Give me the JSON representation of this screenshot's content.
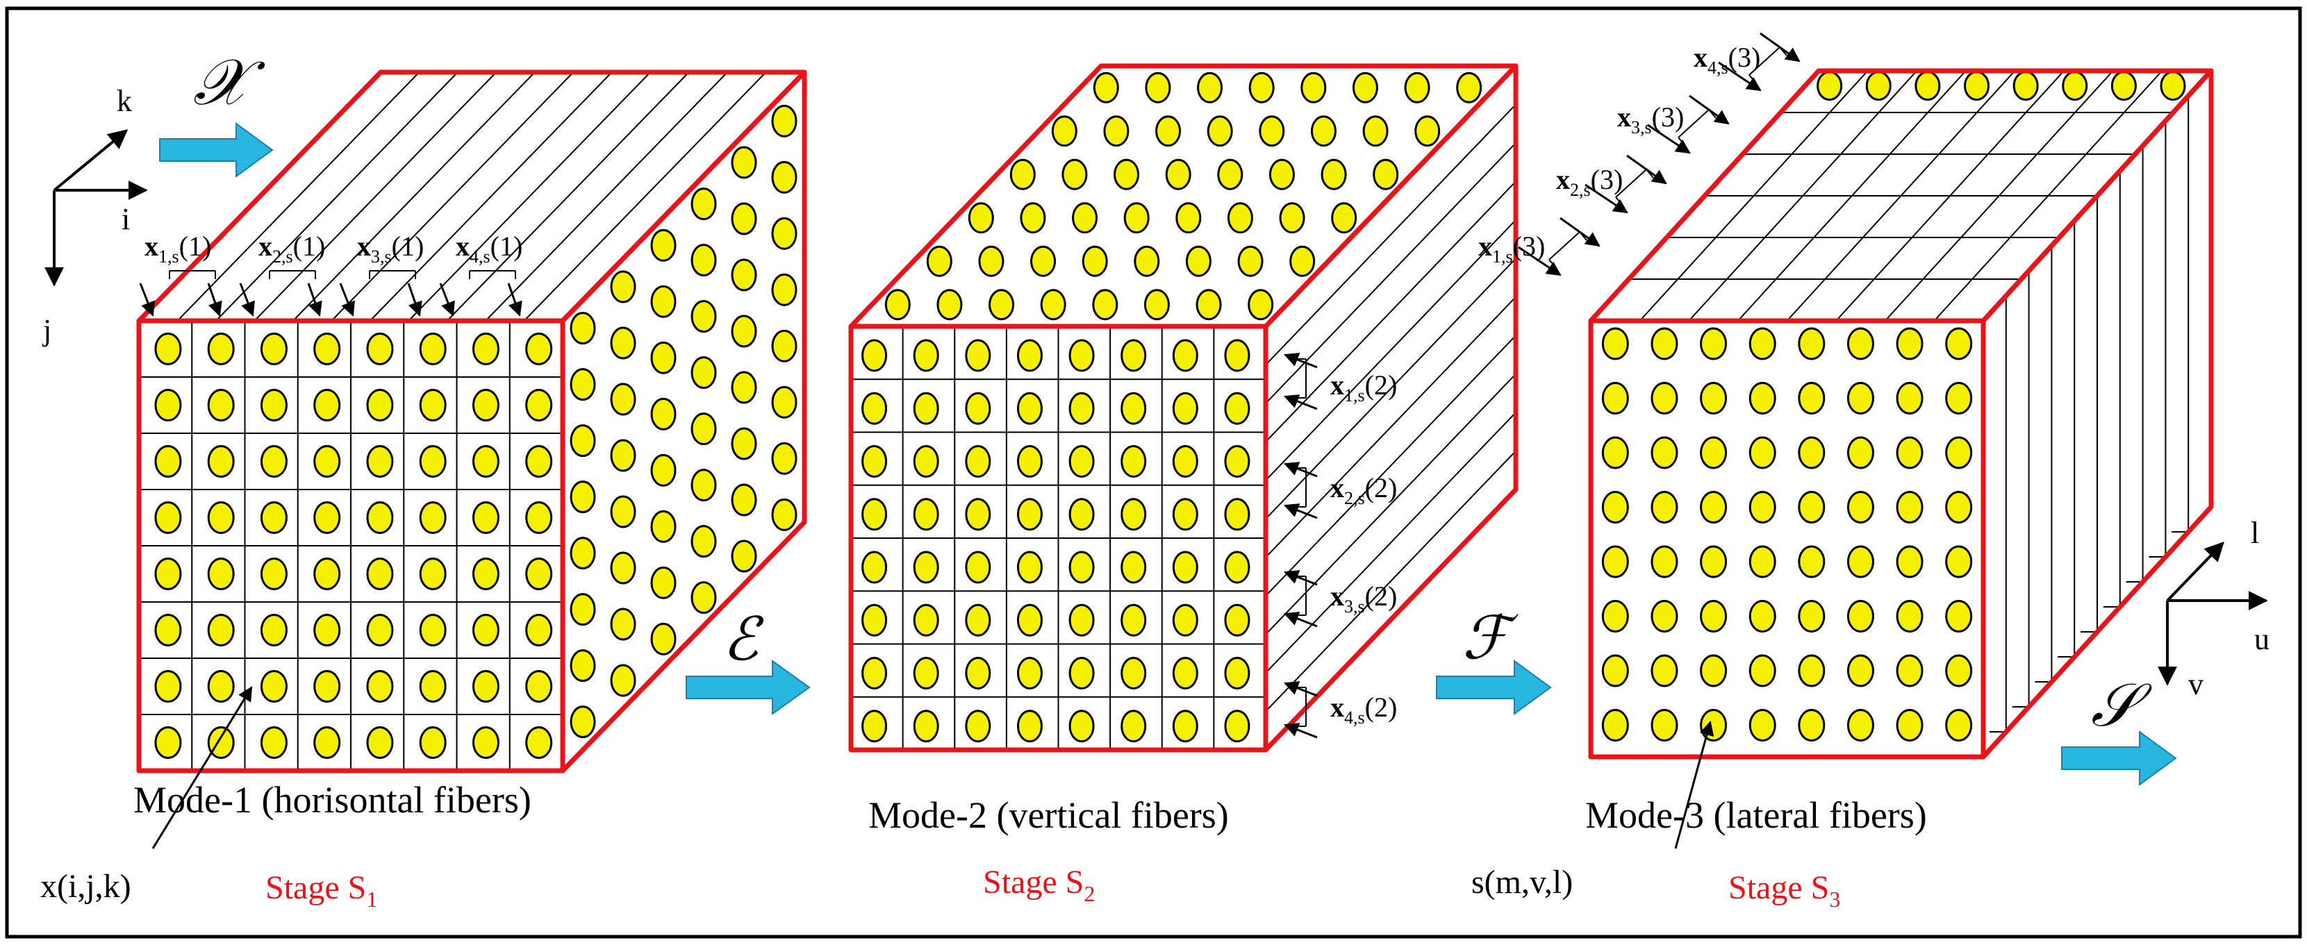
{
  "colors": {
    "frame": "#000000",
    "cube_edge": "#e8141a",
    "fiber_fill": "#f5f000",
    "arrow_fill": "#27b6de",
    "arrow_stroke": "#1a7fae",
    "stage_text": "#e8141a",
    "text": "#000000"
  },
  "axes_1": {
    "k": "k",
    "i": "i",
    "j": "j"
  },
  "axes_3": {
    "l": "l",
    "u": "u",
    "v": "v"
  },
  "flow": [
    {
      "symbol": "𝒳"
    },
    {
      "symbol": "ℰ"
    },
    {
      "symbol": "ℱ"
    },
    {
      "symbol": "𝒮"
    }
  ],
  "cubes": [
    {
      "id": "mode-1",
      "caption": "Mode-1 (horisontal fibers)",
      "stage_prefix": "Stage S",
      "stage_sub": "1",
      "element_label": "x(i,j,k)",
      "fiber_labels": [
        {
          "base": "x",
          "sub": "1,s",
          "arg": "(1)"
        },
        {
          "base": "x",
          "sub": "2,s",
          "arg": "(1)"
        },
        {
          "base": "x",
          "sub": "3,s",
          "arg": "(1)"
        },
        {
          "base": "x",
          "sub": "4,s",
          "arg": "(1)"
        }
      ]
    },
    {
      "id": "mode-2",
      "caption": "Mode-2 (vertical fibers)",
      "stage_prefix": "Stage S",
      "stage_sub": "2",
      "fiber_labels": [
        {
          "base": "x",
          "sub": "1,s",
          "arg": "(2)"
        },
        {
          "base": "x",
          "sub": "2,s",
          "arg": "(2)"
        },
        {
          "base": "x",
          "sub": "3,s",
          "arg": "(2)"
        },
        {
          "base": "x",
          "sub": "4,s",
          "arg": "(2)"
        }
      ]
    },
    {
      "id": "mode-3",
      "caption": "Mode-3 (lateral fibers)",
      "stage_prefix": "Stage S",
      "stage_sub": "3",
      "element_label": "s(m,v,l)",
      "fiber_labels": [
        {
          "base": "x",
          "sub": "1,s",
          "arg": "(3)"
        },
        {
          "base": "x",
          "sub": "2,s",
          "arg": "(3)"
        },
        {
          "base": "x",
          "sub": "3,s",
          "arg": "(3)"
        },
        {
          "base": "x",
          "sub": "4,s",
          "arg": "(3)"
        }
      ]
    }
  ]
}
